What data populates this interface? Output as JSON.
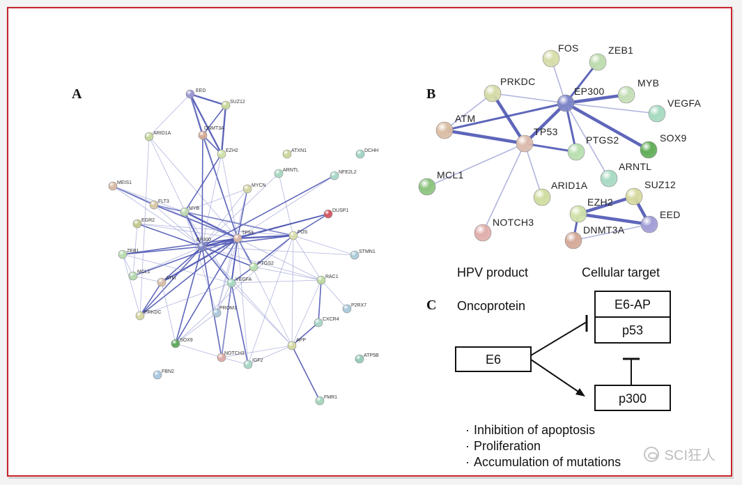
{
  "panels": {
    "a": {
      "letter": "A"
    },
    "b": {
      "letter": "B"
    },
    "c": {
      "letter": "C"
    }
  },
  "networkA": {
    "nodes": [
      {
        "id": "EED",
        "label": "EED",
        "color": "#9c98d2"
      },
      {
        "id": "SUZ12",
        "label": "SUZ12",
        "color": "#c9d79a"
      },
      {
        "id": "ARID1A",
        "label": "ARID1A",
        "color": "#c5d79b"
      },
      {
        "id": "DNMT3A",
        "label": "DNMT3A",
        "color": "#d6ab96"
      },
      {
        "id": "EZH2",
        "label": "EZH2",
        "color": "#cfe1a8"
      },
      {
        "id": "ATXN1",
        "label": "ATXN1",
        "color": "#c9d79a"
      },
      {
        "id": "DCHH",
        "label": "DCHH",
        "color": "#9fd3c5"
      },
      {
        "id": "ARNTL",
        "label": "ARNTL",
        "color": "#a5d8c0"
      },
      {
        "id": "NFE2L2",
        "label": "NFE2L2",
        "color": "#a7d7c8"
      },
      {
        "id": "MEIS1",
        "label": "MEIS1",
        "color": "#d9b9a4"
      },
      {
        "id": "MYCN",
        "label": "MYCN",
        "color": "#d4d6a3"
      },
      {
        "id": "FLT3",
        "label": "FLT3",
        "color": "#d8c8a4"
      },
      {
        "id": "MYB",
        "label": "MYB",
        "color": "#bfdcb0"
      },
      {
        "id": "DUSP1",
        "label": "DUSP1",
        "color": "#d2545e"
      },
      {
        "id": "EGR2",
        "label": "EGR2",
        "color": "#c5c98f"
      },
      {
        "id": "TP53",
        "label": "TP53",
        "color": "#d9b7a8"
      },
      {
        "id": "FOS",
        "label": "FOS",
        "color": "#d7dca9"
      },
      {
        "id": "EP300",
        "label": "EP300",
        "color": "#7d86c6"
      },
      {
        "id": "ZEB1",
        "label": "ZEB1",
        "color": "#b8dcb0"
      },
      {
        "id": "STMN1",
        "label": "STMN1",
        "color": "#a9ccd6"
      },
      {
        "id": "PTGS2",
        "label": "PTGS2",
        "color": "#b6dcae"
      },
      {
        "id": "MCL1",
        "label": "MCL1",
        "color": "#b2d7ad"
      },
      {
        "id": "ATM",
        "label": "ATM",
        "color": "#d9bea8"
      },
      {
        "id": "VEGFA",
        "label": "VEGFA",
        "color": "#a7d9bf"
      },
      {
        "id": "RAC1",
        "label": "RAC1",
        "color": "#bcd9a3"
      },
      {
        "id": "P2RX7",
        "label": "P2RX7",
        "color": "#a9c8d9"
      },
      {
        "id": "PRKDC",
        "label": "PRKDC",
        "color": "#d4d59f"
      },
      {
        "id": "PROM1",
        "label": "PROM1",
        "color": "#a9c7d9"
      },
      {
        "id": "CXCR4",
        "label": "CXCR4",
        "color": "#a8d3c6"
      },
      {
        "id": "SOX9",
        "label": "SOX9",
        "color": "#5da85a"
      },
      {
        "id": "APP",
        "label": "APP",
        "color": "#d4d79f"
      },
      {
        "id": "NOTCH3",
        "label": "NOTCH3",
        "color": "#dca9a6"
      },
      {
        "id": "IGF2",
        "label": "IGF2",
        "color": "#a8d6c6"
      },
      {
        "id": "ATP5B",
        "label": "ATP5B",
        "color": "#95cabb"
      },
      {
        "id": "FBN2",
        "label": "FBN2",
        "color": "#a6c6dd"
      },
      {
        "id": "FMR1",
        "label": "FMR1",
        "color": "#a4d4bd"
      }
    ],
    "edges": [
      [
        "EED",
        "SUZ12",
        3
      ],
      [
        "EED",
        "DNMT3A",
        3
      ],
      [
        "EED",
        "EZH2",
        3
      ],
      [
        "SUZ12",
        "EZH2",
        3
      ],
      [
        "SUZ12",
        "DNMT3A",
        2
      ],
      [
        "DNMT3A",
        "EZH2",
        2
      ],
      [
        "EED",
        "ARID1A",
        1
      ],
      [
        "EED",
        "TP53",
        1
      ],
      [
        "ARID1A",
        "EP300",
        1
      ],
      [
        "ARID1A",
        "TP53",
        1
      ],
      [
        "DNMT3A",
        "TP53",
        2
      ],
      [
        "DNMT3A",
        "EP300",
        2
      ],
      [
        "EZH2",
        "TP53",
        1
      ],
      [
        "EZH2",
        "MYB",
        2
      ],
      [
        "MYCN",
        "TP53",
        2
      ],
      [
        "MYCN",
        "EP300",
        1
      ],
      [
        "MYCN",
        "MYB",
        1
      ],
      [
        "ARNTL",
        "EP300",
        1
      ],
      [
        "ARNTL",
        "FOS",
        1
      ],
      [
        "NFE2L2",
        "EP300",
        2
      ],
      [
        "NFE2L2",
        "TP53",
        1
      ],
      [
        "MEIS1",
        "FLT3",
        2
      ],
      [
        "MEIS1",
        "MYB",
        1
      ],
      [
        "MEIS1",
        "EP300",
        1
      ],
      [
        "FLT3",
        "MYB",
        2
      ],
      [
        "FLT3",
        "TP53",
        2
      ],
      [
        "FLT3",
        "EP300",
        1
      ],
      [
        "MYB",
        "EP300",
        3
      ],
      [
        "MYB",
        "TP53",
        3
      ],
      [
        "MYB",
        "FOS",
        2
      ],
      [
        "MYB",
        "VEGFA",
        1
      ],
      [
        "MYB",
        "PROM1",
        1
      ],
      [
        "DUSP1",
        "TP53",
        2
      ],
      [
        "DUSP1",
        "FOS",
        2
      ],
      [
        "DUSP1",
        "EP300",
        2
      ],
      [
        "EGR2",
        "EP300",
        2
      ],
      [
        "EGR2",
        "TP53",
        1
      ],
      [
        "EGR2",
        "FOS",
        1
      ],
      [
        "TP53",
        "EP300",
        3
      ],
      [
        "TP53",
        "FOS",
        3
      ],
      [
        "TP53",
        "PTGS2",
        2
      ],
      [
        "TP53",
        "VEGFA",
        2
      ],
      [
        "TP53",
        "MCL1",
        2
      ],
      [
        "TP53",
        "ATM",
        3
      ],
      [
        "TP53",
        "PRKDC",
        2
      ],
      [
        "TP53",
        "NOTCH3",
        2
      ],
      [
        "TP53",
        "SOX9",
        2
      ],
      [
        "TP53",
        "APP",
        1
      ],
      [
        "TP53",
        "RAC1",
        1
      ],
      [
        "TP53",
        "ZEB1",
        2
      ],
      [
        "TP53",
        "IGF2",
        1
      ],
      [
        "TP53",
        "PROM1",
        1
      ],
      [
        "EP300",
        "FOS",
        2
      ],
      [
        "EP300",
        "ZEB1",
        2
      ],
      [
        "EP300",
        "PTGS2",
        2
      ],
      [
        "EP300",
        "VEGFA",
        2
      ],
      [
        "EP300",
        "MCL1",
        1
      ],
      [
        "EP300",
        "ATM",
        2
      ],
      [
        "EP300",
        "PRKDC",
        2
      ],
      [
        "EP300",
        "SOX9",
        2
      ],
      [
        "EP300",
        "NOTCH3",
        2
      ],
      [
        "EP300",
        "STMN1",
        1
      ],
      [
        "EP300",
        "RAC1",
        1
      ],
      [
        "FOS",
        "PTGS2",
        2
      ],
      [
        "FOS",
        "STMN1",
        1
      ],
      [
        "FOS",
        "RAC1",
        1
      ],
      [
        "FOS",
        "IGF2",
        1
      ],
      [
        "FOS",
        "APP",
        1
      ],
      [
        "ZEB1",
        "MCL1",
        1
      ],
      [
        "ZEB1",
        "VEGFA",
        1
      ],
      [
        "PTGS2",
        "VEGFA",
        2
      ],
      [
        "PTGS2",
        "RAC1",
        1
      ],
      [
        "VEGFA",
        "RAC1",
        1
      ],
      [
        "VEGFA",
        "NOTCH3",
        1
      ],
      [
        "VEGFA",
        "IGF2",
        2
      ],
      [
        "VEGFA",
        "PROM1",
        1
      ],
      [
        "VEGFA",
        "APP",
        1
      ],
      [
        "MCL1",
        "ATM",
        1
      ],
      [
        "ATM",
        "PRKDC",
        2
      ],
      [
        "ATM",
        "SOX9",
        1
      ],
      [
        "RAC1",
        "P2RX7",
        1
      ],
      [
        "RAC1",
        "CXCR4",
        2
      ],
      [
        "RAC1",
        "APP",
        1
      ],
      [
        "CXCR4",
        "APP",
        2
      ],
      [
        "APP",
        "NOTCH3",
        1
      ],
      [
        "APP",
        "IGF2",
        1
      ],
      [
        "APP",
        "FMR1",
        2
      ],
      [
        "NOTCH3",
        "SOX9",
        1
      ],
      [
        "NOTCH3",
        "IGF2",
        1
      ],
      [
        "PROM1",
        "SOX9",
        1
      ],
      [
        "EZH2",
        "EP300",
        1
      ],
      [
        "FLT3",
        "FOS",
        1
      ],
      [
        "MYCN",
        "PROM1",
        1
      ],
      [
        "ARID1A",
        "PRKDC",
        1
      ],
      [
        "PRKDC",
        "VEGFA",
        1
      ],
      [
        "SOX9",
        "FOS",
        1
      ],
      [
        "MEIS1",
        "TP53",
        1
      ],
      [
        "EGR2",
        "MCL1",
        1
      ],
      [
        "ZEB1",
        "PRKDC",
        1
      ],
      [
        "EP300",
        "APP",
        1
      ]
    ]
  },
  "networkB": {
    "nodes": [
      {
        "id": "FOS",
        "label": "FOS",
        "color": "#d7dca9"
      },
      {
        "id": "ZEB1",
        "label": "ZEB1",
        "color": "#bddcaf"
      },
      {
        "id": "PRKDC",
        "label": "PRKDC",
        "color": "#d6dba8"
      },
      {
        "id": "EP300",
        "label": "EP300",
        "color": "#7f87c9"
      },
      {
        "id": "MYB",
        "label": "MYB",
        "color": "#c4deb6"
      },
      {
        "id": "VEGFA",
        "label": "VEGFA",
        "color": "#a7dac1"
      },
      {
        "id": "ATM",
        "label": "ATM",
        "color": "#dbbda5"
      },
      {
        "id": "TP53",
        "label": "TP53",
        "color": "#dcbcae"
      },
      {
        "id": "PTGS2",
        "label": "PTGS2",
        "color": "#b8dfb0"
      },
      {
        "id": "SOX9",
        "label": "SOX9",
        "color": "#62ad59"
      },
      {
        "id": "ARNTL",
        "label": "ARNTL",
        "color": "#a8dac3"
      },
      {
        "id": "MCL1",
        "label": "MCL1",
        "color": "#8cc47f"
      },
      {
        "id": "ARID1A",
        "label": "ARID1A",
        "color": "#cfdda0"
      },
      {
        "id": "SUZ12",
        "label": "SUZ12",
        "color": "#d6d99f"
      },
      {
        "id": "EZH2",
        "label": "EZH2",
        "color": "#d2e2ab"
      },
      {
        "id": "EED",
        "label": "EED",
        "color": "#a29ed6"
      },
      {
        "id": "DNMT3A",
        "label": "DNMT3A",
        "color": "#d4a998"
      },
      {
        "id": "NOTCH3",
        "label": "NOTCH3",
        "color": "#e0aeac"
      }
    ],
    "edges": [
      [
        "EP300",
        "FOS",
        1
      ],
      [
        "EP300",
        "ZEB1",
        2
      ],
      [
        "EP300",
        "MYB",
        3
      ],
      [
        "EP300",
        "VEGFA",
        1
      ],
      [
        "EP300",
        "SOX9",
        3
      ],
      [
        "EP300",
        "PTGS2",
        2
      ],
      [
        "EP300",
        "ARNTL",
        1
      ],
      [
        "EP300",
        "TP53",
        3
      ],
      [
        "EP300",
        "PRKDC",
        1
      ],
      [
        "EP300",
        "ATM",
        2
      ],
      [
        "TP53",
        "PRKDC",
        3
      ],
      [
        "TP53",
        "ATM",
        3
      ],
      [
        "TP53",
        "PTGS2",
        2
      ],
      [
        "TP53",
        "MCL1",
        1
      ],
      [
        "TP53",
        "ARID1A",
        1
      ],
      [
        "TP53",
        "NOTCH3",
        1
      ],
      [
        "PRKDC",
        "ATM",
        1
      ],
      [
        "SUZ12",
        "EZH2",
        3
      ],
      [
        "SUZ12",
        "EED",
        3
      ],
      [
        "EZH2",
        "EED",
        3
      ],
      [
        "EZH2",
        "DNMT3A",
        2
      ],
      [
        "DNMT3A",
        "EED",
        1
      ]
    ]
  },
  "panelC": {
    "hpv_header": "HPV product",
    "target_header": "Cellular target",
    "oncoprotein_label": "Oncoprotein",
    "e6_label": "E6",
    "e6ap_label": "E6-AP",
    "p53_label": "p53",
    "p300_label": "p300",
    "outcomes": [
      "Inhibition of apoptosis",
      "Proliferation",
      "Accumulation of mutations"
    ],
    "bullet": "·"
  },
  "watermark": {
    "text": "SCI狂人"
  },
  "colors": {
    "frame": "#c8232c",
    "edge": "#4d55b3",
    "edge_light": "#9ea3d6"
  }
}
